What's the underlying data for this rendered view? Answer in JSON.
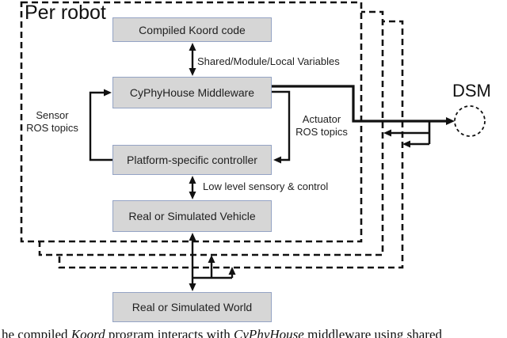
{
  "diagram": {
    "group_label": "Per robot",
    "dsm_label": "DSM",
    "nodes": {
      "koord": "Compiled Koord code",
      "middleware": "CyPhyHouse Middleware",
      "controller": "Platform-specific controller",
      "vehicle": "Real or Simulated Vehicle",
      "world": "Real or Simulated World"
    },
    "edge_labels": {
      "shared_vars": "Shared/Module/Local Variables",
      "sensor_l1": "Sensor",
      "sensor_l2": "ROS topics",
      "actuator_l1": "Actuator",
      "actuator_l2": "ROS topics",
      "low_level": "Low level sensory & control"
    },
    "colors": {
      "node_fill": "#d6d6d6",
      "node_border": "#94a3c4",
      "line": "#111111"
    }
  },
  "caption": {
    "part1": "he compiled ",
    "italic1": "Koord",
    "part2": " program interacts with ",
    "italic2": "CyPhyHouse",
    "part3": " middleware using shared"
  }
}
